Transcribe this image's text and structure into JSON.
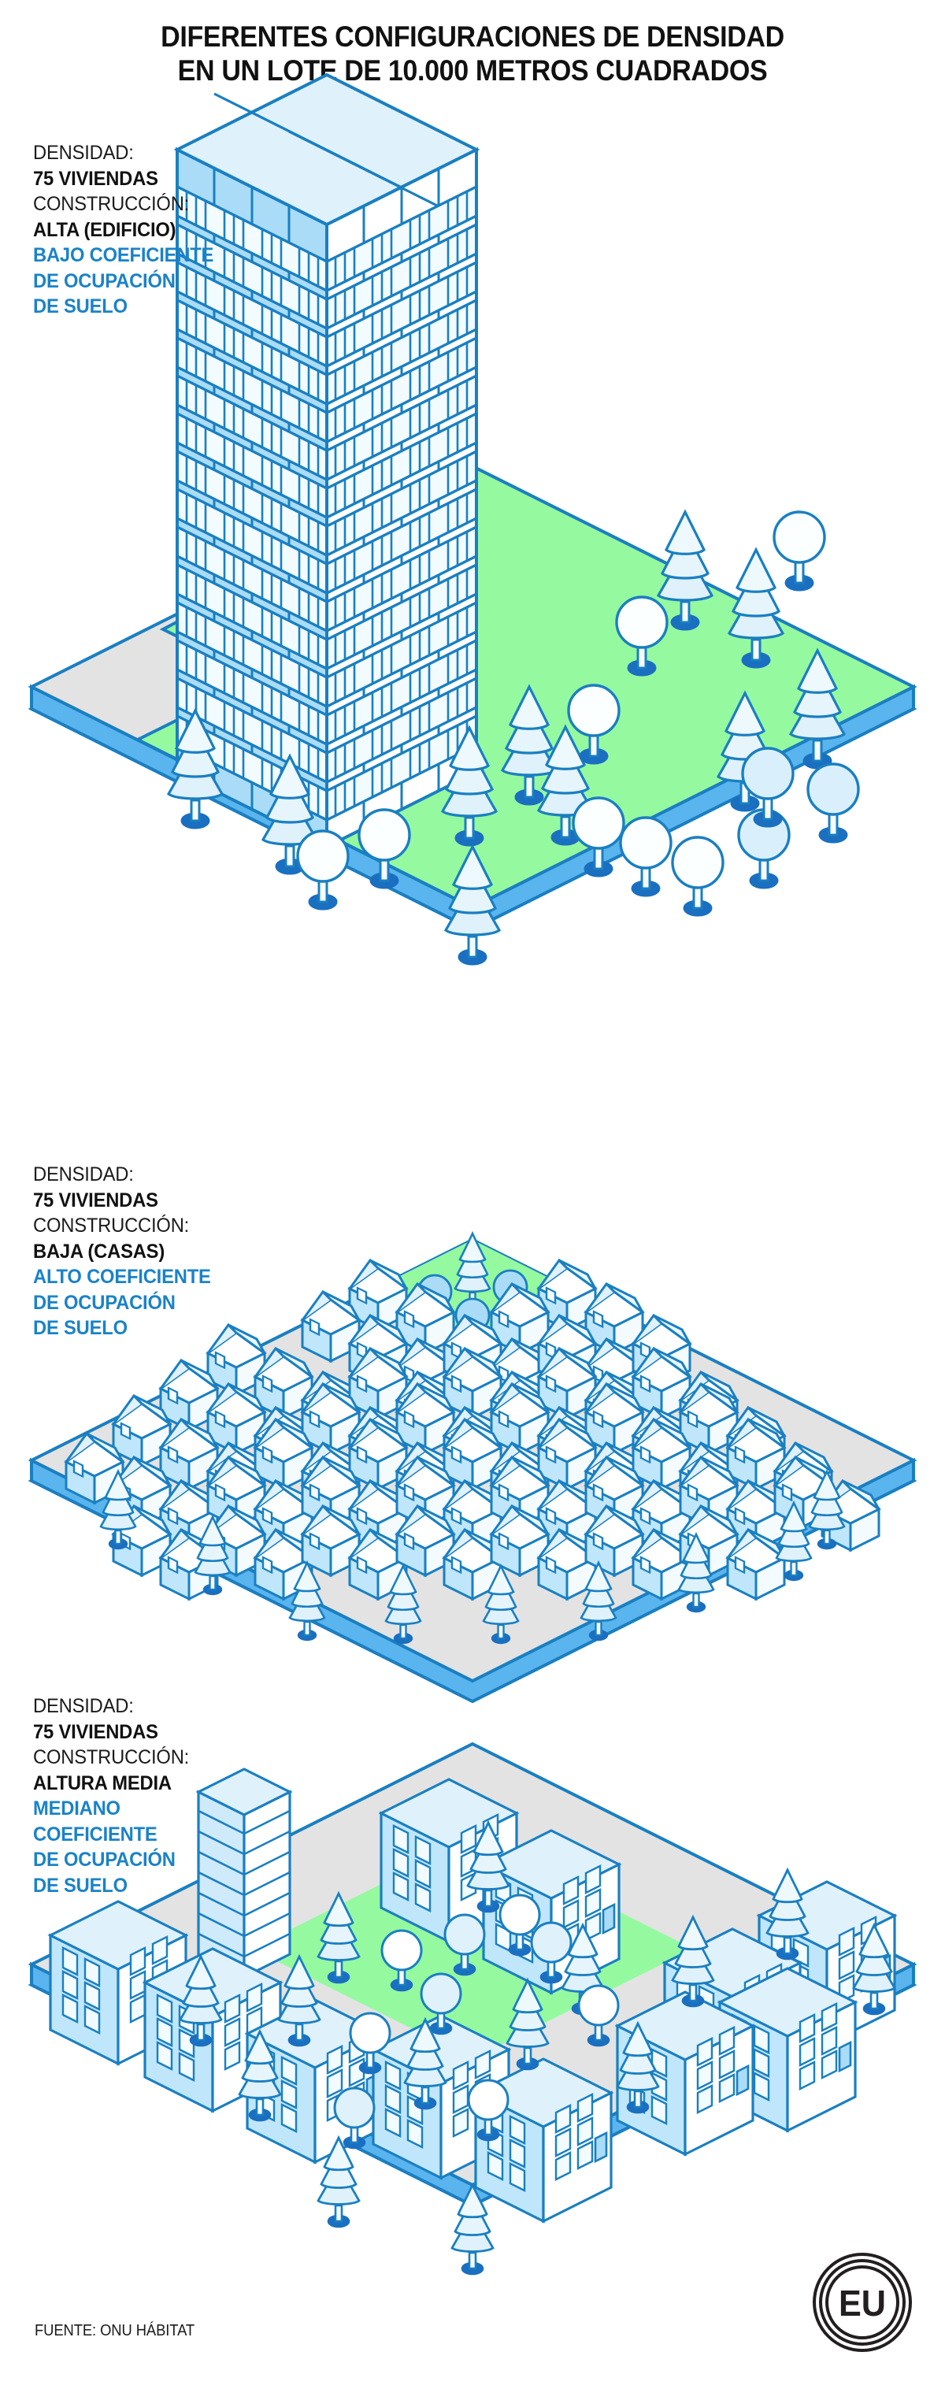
{
  "title": {
    "line1": "DIFERENTES CONFIGURACIONES DE DENSIDAD",
    "line2": "EN UN LOTE DE 10.000 METROS CUADRADOS"
  },
  "colors": {
    "stroke": "#1a7fc1",
    "accent_blue": "#1a82c8",
    "edge_blue": "#5ab4ee",
    "face_light": "#f2fbff",
    "face_mid": "#d6eefb",
    "face_dark": "#aadcf7",
    "ground_gray": "#e3e3e3",
    "green": "#95f9a0",
    "text_dark": "#111111"
  },
  "panels": [
    {
      "id": "panel-tower",
      "density_label": "DENSIDAD:",
      "density_value": "75 VIVIENDAS",
      "construction_label": "CONSTRUCCIÓN:",
      "construction_value": "ALTA (EDIFICIO)",
      "coefficient_lines": [
        "BAJO COEFICIENTE",
        "DE OCUPACIÓN",
        "DE SUELO"
      ],
      "scene_name": "high-rise-tower-on-lot"
    },
    {
      "id": "panel-houses",
      "density_label": "DENSIDAD:",
      "density_value": "75 VIVIENDAS",
      "construction_label": "CONSTRUCCIÓN:",
      "construction_value": "BAJA (CASAS)",
      "coefficient_lines": [
        "ALTO COEFICIENTE",
        "DE OCUPACIÓN",
        "DE SUELO"
      ],
      "scene_name": "low-rise-houses-on-lot"
    },
    {
      "id": "panel-midrise",
      "density_label": "DENSIDAD:",
      "density_value": "75 VIVIENDAS",
      "construction_label": "CONSTRUCCIÓN:",
      "construction_value": "ALTURA MEDIA",
      "coefficient_lines": [
        "MEDIANO",
        "COEFICIENTE",
        "DE OCUPACIÓN",
        "DE SUELO"
      ],
      "scene_name": "mid-rise-blocks-on-lot"
    }
  ],
  "footer": {
    "source": "FUENTE: ONU HÁBITAT"
  },
  "logo": {
    "text": "EU"
  },
  "chart_data": {
    "type": "diagram",
    "title": "DIFERENTES CONFIGURACIONES DE DENSIDAD EN UN LOTE DE 10.000 METROS CUADRADOS",
    "lot_area_m2": 10000,
    "scenarios": [
      {
        "name": "ALTA (EDIFICIO)",
        "dwellings": 75,
        "land_occupation_coefficient": "BAJO",
        "built_footprint": "small",
        "open_green_space": "large"
      },
      {
        "name": "BAJA (CASAS)",
        "dwellings": 75,
        "land_occupation_coefficient": "ALTO",
        "built_footprint": "large",
        "open_green_space": "minimal"
      },
      {
        "name": "ALTURA MEDIA",
        "dwellings": 75,
        "land_occupation_coefficient": "MEDIANO",
        "built_footprint": "medium",
        "open_green_space": "medium"
      }
    ],
    "source": "ONU HÁBITAT"
  }
}
